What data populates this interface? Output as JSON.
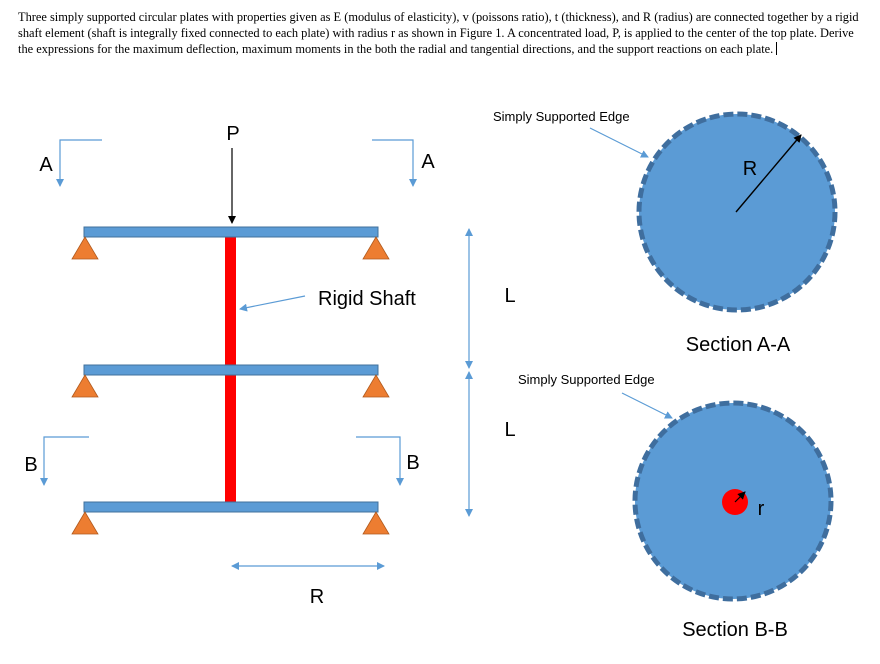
{
  "problem_statement": "Three simply supported circular plates with properties given as E (modulus of elasticity), v (poissons ratio), t (thickness), and R (radius) are connected together by a rigid shaft element (shaft is integrally fixed connected to each plate) with radius r as shown in Figure 1. A concentrated load, P, is applied to the center of the top plate. Derive the expressions for the maximum deflection, maximum moments in the both the radial and tangential directions, and the support reactions on each plate.",
  "labels": {
    "load": "P",
    "section_a_left": "A",
    "section_a_right": "A",
    "section_b_left": "B",
    "section_b_right": "B",
    "shaft": "Rigid Shaft",
    "spacing_top": "L",
    "spacing_bottom": "L",
    "radius_dim": "R",
    "edge_top": "Simply Supported Edge",
    "edge_bottom": "Simply Supported Edge",
    "radius_circle": "R",
    "shaft_radius": "r",
    "section_a_title": "Section A-A",
    "section_b_title": "Section B-B"
  },
  "colors": {
    "plate_fill": "#5b9bd5",
    "plate_edge": "#41719c",
    "shaft_red": "#ff0000",
    "support_orange": "#ed7d31",
    "leader_line": "#5b9bd5"
  }
}
